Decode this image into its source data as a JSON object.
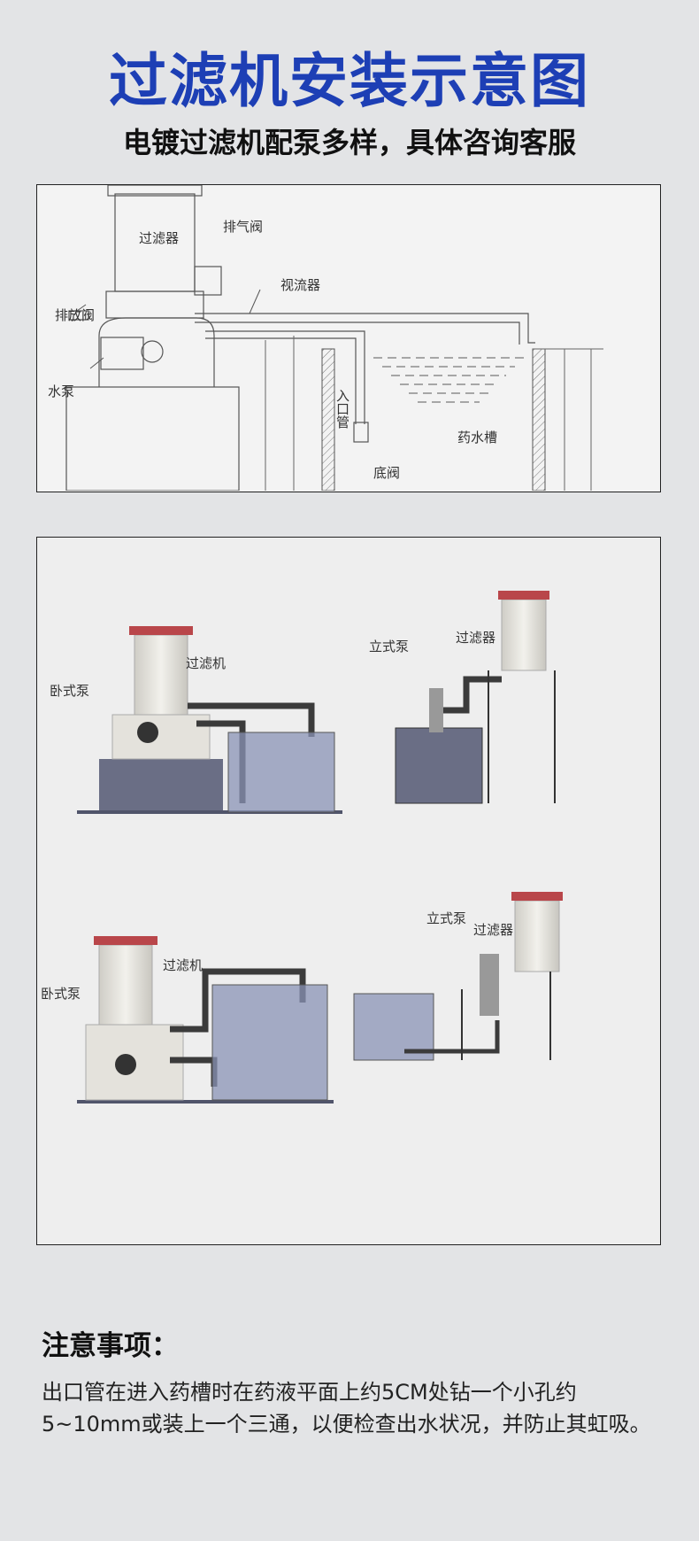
{
  "header": {
    "title": "过滤机安装示意图",
    "subtitle": "电镀过滤机配泵多样，具体咨询客服"
  },
  "diagram1": {
    "labels": {
      "filter": "过滤器",
      "vent_valve": "排气阀",
      "sight_flow": "视流器",
      "drain_valve": "排放阀",
      "pump": "水泵",
      "inlet_pipe": "入口管",
      "tank": "药水槽",
      "foot_valve": "底阀"
    }
  },
  "diagram2": {
    "a": {
      "pump": "卧式泵",
      "filter": "过滤机"
    },
    "b": {
      "pump": "立式泵",
      "filter": "过滤器"
    },
    "c": {
      "pump": "卧式泵",
      "filter": "过滤机"
    },
    "d": {
      "pump": "立式泵",
      "filter": "过滤器"
    }
  },
  "notes": {
    "title": "注意事项：",
    "body": "出口管在进入药槽时在药液平面上约5CM处钻一个小孔约5~10mm或装上一个三通，以便检查出水状况，并防止其虹吸。"
  },
  "colors": {
    "title": "#1d3fb5",
    "tank_water": "#8a93b5",
    "pipe": "#3b3b3b",
    "machine": "#e9e8e3"
  }
}
